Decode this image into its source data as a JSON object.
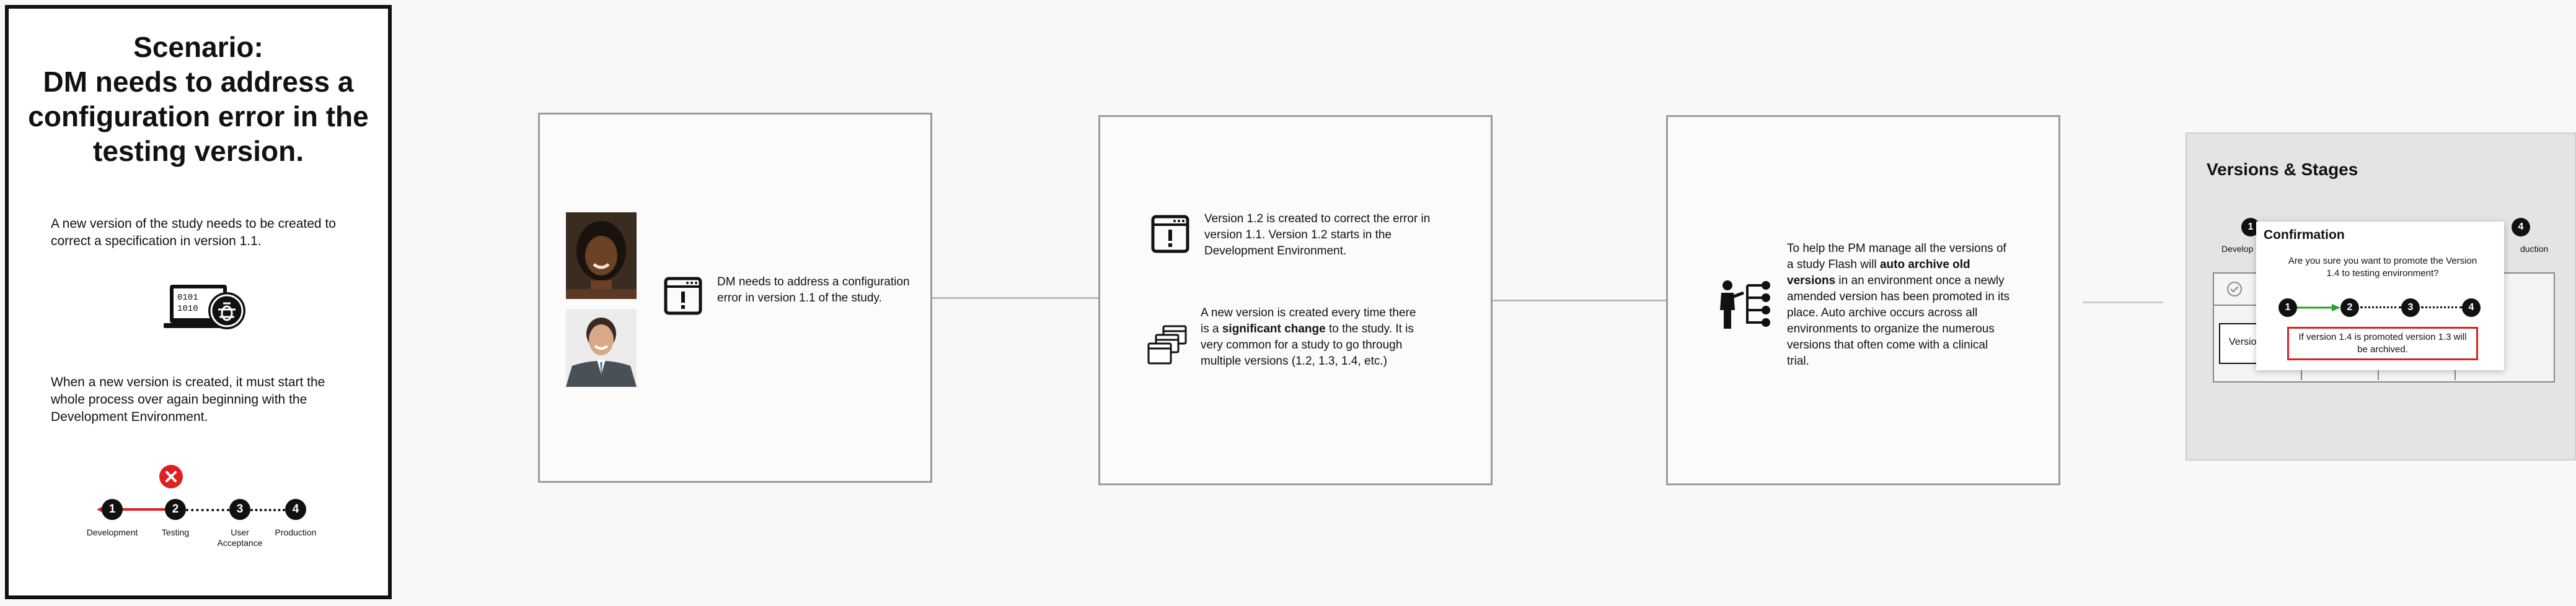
{
  "scenario": {
    "title": "Scenario:\nDM needs to address a configuration error in the testing version.",
    "para1": "A new version of the study needs to be created to correct a specification in version 1.1.",
    "para2": "When a new version is created, it must start the whole process over again beginning with the Development Environment.",
    "stages": [
      {
        "num": "1",
        "label": "Development"
      },
      {
        "num": "2",
        "label": "Testing"
      },
      {
        "num": "3",
        "label": "User\nAcceptance"
      },
      {
        "num": "4",
        "label": "Production"
      }
    ],
    "error_icon": "x-circle-icon",
    "arrow_color": "#e02020"
  },
  "card1": {
    "text": "DM needs to address a configuration error in version 1.1 of the study."
  },
  "card2": {
    "text1": "Version 1.2 is created to correct the error in version 1.1. Version 1.2 starts in the Development Environment.",
    "text2_pre": "A new version is created every time there is a ",
    "text2_bold": "significant change",
    "text2_post": " to the study. It is very common for a study to go through multiple versions (1.2, 1.3, 1.4, etc.)"
  },
  "card3": {
    "text_pre": "To help the PM manage all the versions of a study Flash will ",
    "text_bold": "auto archive old versions",
    "text_post": " in an environment once a newly amended version has been promoted in its place. Auto archive occurs across all environments to organize the numerous versions that often come with a clinical trial."
  },
  "versions": {
    "title": "Versions & Stages",
    "stage1_partial": "Develop",
    "stage4_partial": "duction",
    "row_partial": "Versio",
    "modal": {
      "title": "Confirmation",
      "question": "Are you sure you want to promote the Version 1.4 to testing environment?",
      "steps": [
        "1",
        "2",
        "3",
        "4"
      ],
      "warning": "If version 1.4 is promoted version 1.3 will be archived.",
      "arrow_color": "#2e9e2e",
      "warning_border": "#e02020"
    }
  }
}
